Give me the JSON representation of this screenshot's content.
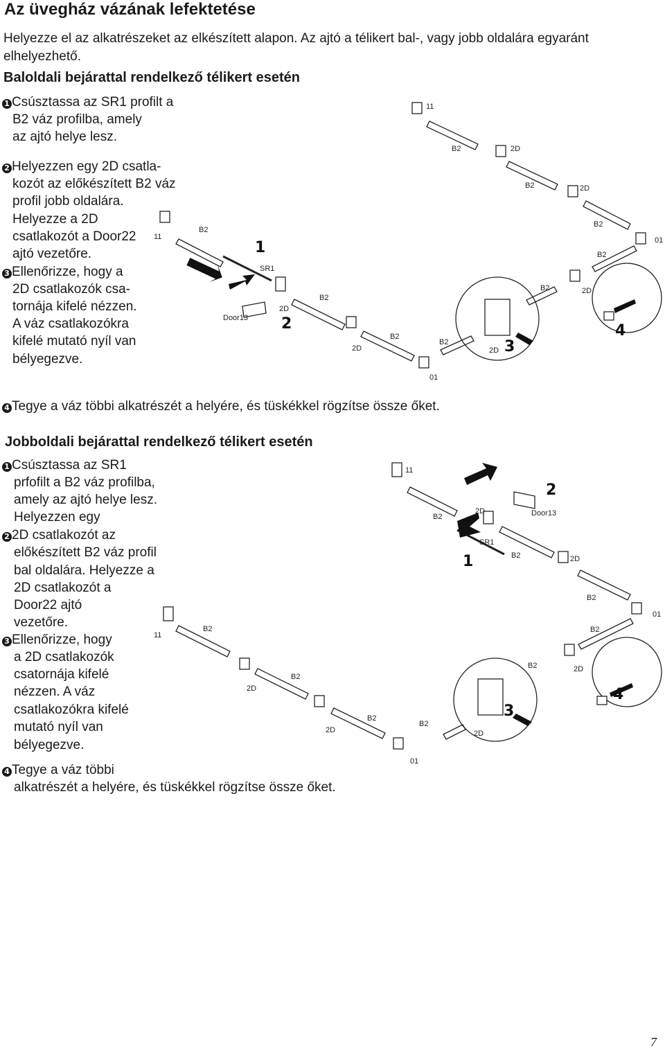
{
  "title": "Az üvegház vázának lefektetése",
  "intro": "Helyezze el az alkatrészeket az elkészített alapon. Az ajtó a télikert bal-, vagy jobb oldalára egyaránt elhelyezhető.",
  "left_section": {
    "heading": "Baloldali bejárattal rendelkező télikert esetén",
    "steps": [
      {
        "n": "1",
        "lines": [
          "Csúsztassa az SR1 profilt a",
          "B2 váz profilba, amely",
          "az ajtó helye lesz."
        ]
      },
      {
        "n": "2",
        "lines": [
          "Helyezzen egy 2D csatla-",
          "kozót az előkészített B2 váz",
          "profil jobb oldalára.",
          "Helyezze a 2D",
          "csatlakozót a Door22",
          "ajtó vezetőre."
        ]
      },
      {
        "n": "3",
        "lines": [
          "Ellenőrizze, hogy a",
          "2D csatlakozók csa-",
          "tornája kifelé nézzen.",
          "A váz csatlakozókra",
          "kifelé mutató nyíl van",
          "bélyegezve."
        ]
      }
    ],
    "step4": {
      "n": "4",
      "text": "Tegye a váz többi alkatrészét a helyére, és tüskékkel rögzítse össze őket."
    },
    "diagram_labels": {
      "p11a": "11",
      "p11b": "11",
      "b2": "B2",
      "sr1": "SR1",
      "door": "Door13",
      "d2": "2D",
      "o1": "01"
    }
  },
  "right_section": {
    "heading": "Jobboldali bejárattal rendelkező télikert esetén",
    "steps": [
      {
        "n": "1",
        "lines": [
          "Csúsztassa az SR1",
          "prfofilt a B2 váz profilba,",
          "amely az ajtó helye lesz.",
          "Helyezzen egy"
        ]
      },
      {
        "n": "2",
        "lines": [
          "2D csatlakozót az",
          "előkészített B2 váz profil",
          "bal oldalára. Helyezze a",
          "2D csatlakozót a",
          "Door22 ajtó",
          "vezetőre."
        ]
      },
      {
        "n": "3",
        "lines": [
          "Ellenőrizze, hogy",
          "a 2D csatlakozók",
          "csatornája kifelé",
          "nézzen. A váz",
          "csatlakozókra kifelé",
          "mutató nyíl van",
          "bélyegezve."
        ]
      }
    ],
    "step4": {
      "n": "4",
      "lines": [
        "Tegye a váz többi",
        "alkatrészét a helyére, és tüskékkel rögzítse össze őket."
      ]
    }
  },
  "badges": [
    "1",
    "2",
    "3",
    "4"
  ],
  "page_number": "7"
}
